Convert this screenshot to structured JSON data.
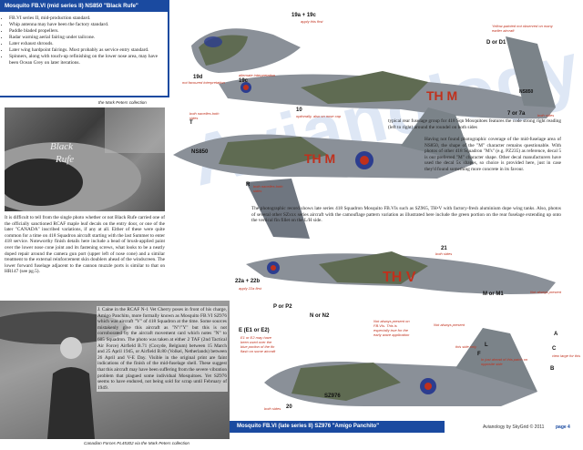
{
  "header": {
    "title": "Mosquito FB.VI (mid series II) NS850 \"Black Rufe\"",
    "bullets": [
      "FB.VI series II, mid-production standard.",
      "Whip antenna may have been the factory standard.",
      "Paddle bladed propellers.",
      "Radar warning aerial fairing under tailcone.",
      "Later exhaust shrouds.",
      "Later wing hardpoint fairings. Most probably as service entry standard.",
      "Spinners, along with touch-up refinishing on the lower nose area, may have been Ocean Grey on later iterations."
    ]
  },
  "photo1": {
    "credit": "the Mark Peters collection",
    "text": "It is difficult to tell from the single photo whether or not Black Rufe carried one of the officially sanctioned RCAF maple leaf decals on the entry door, or one of the later \"CANADA\" inscribed variations, if any at all. Either of these were quite common for a time on 418 Squadron aircraft starting with the last Summer to enter 418 service. Noteworthy finish details here include a bead of brush-applied paint over the lower nose cone joint and its fastening screws, what looks to be a neatly doped repair around the camera gun port (upper left of nose cone) and a similar treatment to the external reinforcement skin doublers ahead of the windscreen. The lower forward fuselage adjacent to the cannon muzzle ports is similar to that on HR147 (see pg.5)."
  },
  "photo2": {
    "text": "J. Caine in the RCAF N-1 Vet Cherry poses in front of his charge, Amigo Panchito, more formally known as Mosquito FB.VI SZ976 which was aircraft \"V\" of 418 Squadron at the time. Some sources mistakenly give this aircraft as \"N\"/\"Y\" but this is not corroborated by the aircraft movement card which notes \"N\" to 605 Squadron. The photo was taken at either 2 TAF (2nd Tactical Air Force) Airfield B.71 (Coxyde, Belgium) between 15 March and 25 April 1945, or Airfield B.80 (Volkel, Netherlands) between 26 April and V-E Day. Visible in the original print are faint indications of the finish of the mid-fuselage shell. These suggest that this aircraft may have been suffering from the severe vibration problem that plagued some individual Mosquitoes. Yet SZ976 seems to have endured, not being sold for scrap until February of 1949.",
    "credit": "Canadian Forces PL45302 via the Mark Peters collection"
  },
  "notes": {
    "rear_fuselage": "typical rear fuselage group for 418 Sqn Mosquitoes features the code strong right reading (left to right) around the roundel on both sides",
    "hm_note": "Having not found photographic coverage of the mid-fuselage area of NS850, the shape of the \"M\" character remains questionable. With photos of other 418 Squadron \"M's\" (e.g. PZ235) as reference, decal 5 is our preferred \"M\" character shape. Other decal manufacturers have used the decal 5x shapes, so choice is provided here, just in case they'd found something more concrete in its favour.",
    "photo_note": "The photographic record shows late series 418 Squadron Mosquito FB.VIs such as SZ965, TH•V with factory-fresh aluminium dope wing tanks. Also, photos of several other SZxxx series aircraft with the camouflage pattern variation as illustrated here include the green portion on the rear fuselage extending up onto the vertical fin fillet on the L/H side."
  },
  "labels": {
    "l19a": "19a + 19c",
    "l19a_note": "apply this first",
    "l19d": "19d",
    "l19d_note": "not favoured interpretation",
    "l19c": "19c",
    "l19c_note": "alternate interpretation",
    "l10": "10",
    "l10_note": "optionally, also on nose cap",
    "dord1": "D or D1",
    "dord1_note": "Yellow-painted not observed on many earlier aircraft",
    "l7": "7 or 7a",
    "l7_note": "both sides",
    "lT": "T",
    "lT_note": "both nacelles both sides",
    "lR": "R",
    "lR_note": "both nacelles both sides",
    "l22": "22a + 22b",
    "l22_note": "apply 22a first",
    "l21": "21",
    "l21_note": "both sides",
    "mormi": "M or M1",
    "mormi_note": "Not always present",
    "porp2": "P or P2",
    "norn2": "N or N2",
    "e_note": "E (E1 or E2)",
    "e_sub": "E1 or E2 may have been used over the blue portion of the fin flash on some aircraft",
    "nap1": "Not always present on FB.VIs. This is especially true for the early wave application",
    "nap2": "Not always present",
    "nap3": "this side only",
    "lL": "L",
    "lA": "A",
    "lC": "C",
    "lB": "B",
    "lF": "F",
    "f_note": "In just ahead of this patch on opposite side",
    "c_note": "view large for this",
    "l20": "20",
    "l20_note": "both sides"
  },
  "codes": {
    "top_right": "TH M",
    "mid": "TH M",
    "low": "TH V",
    "serial_ns": "NS850",
    "serial_sz": "SZ976",
    "serial_top": "NS850"
  },
  "footer": {
    "title": "Mosquito FB.VI (late series II) SZ976 \"Amigo Panchito\"",
    "brand": "Avianology by SkyGrid © 2011",
    "page": "page 4"
  },
  "watermark": "Avianology",
  "colors": {
    "header_blue": "#1a4aa0",
    "grey": "#8a9098",
    "green": "#5f6b52",
    "code_red": "#c0301c",
    "roundel_blue": "#2c3d8f"
  }
}
